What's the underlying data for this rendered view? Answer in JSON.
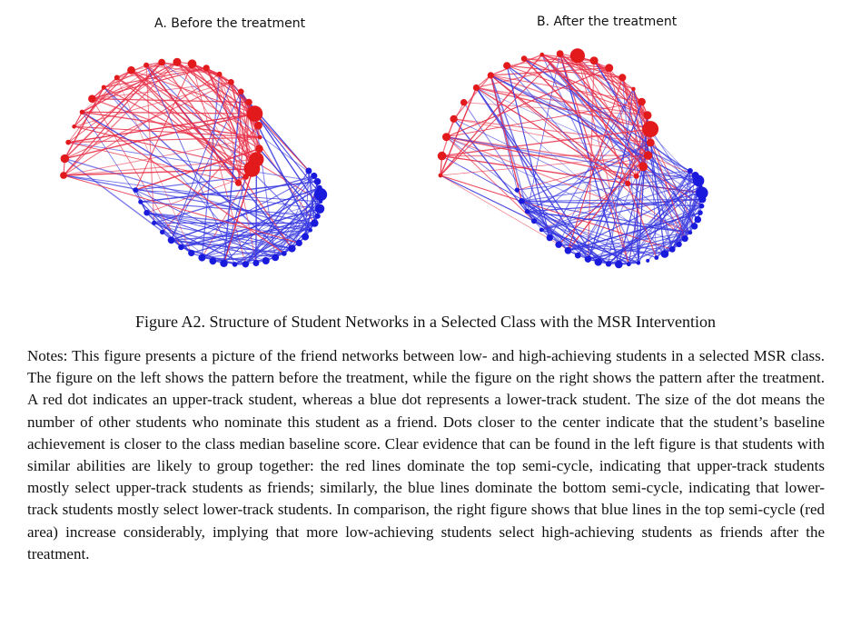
{
  "panel_a": {
    "title": "A. Before the treatment"
  },
  "panel_b": {
    "title": "B. After the treatment"
  },
  "colors": {
    "upper_track": "#e31a1c",
    "lower_track": "#1a1adc",
    "edge_red": "#e8324a",
    "edge_blue": "#3838e0"
  },
  "caption": "Figure A2. Structure of Student Networks in a Selected Class with the MSR Intervention",
  "notes": "Notes: This figure presents a picture of the friend networks between low- and high-achieving students in a selected MSR class. The figure on the left shows the pattern before the treatment, while the figure on the right shows the pattern after the treatment. A red dot indicates an upper-track student, whereas a blue dot represents a lower-track student. The size of the dot means the number of other students who nominate this student as a friend. Dots closer to the center indicate that the student’s baseline achievement is closer to the class median baseline score. Clear evidence that can be found in the left figure is that students with similar abilities are likely to group together: the red lines dominate the top semi-cycle, indicating that upper-track students mostly select upper-track students as friends; similarly, the blue lines dominate the bottom semi-cycle, indicating that lower-track students mostly select lower-track students. In comparison, the right figure shows that blue lines in the top semi-cycle (red area) increase considerably, implying that more low-achieving students select high-achieving students as friends after the treatment."
}
